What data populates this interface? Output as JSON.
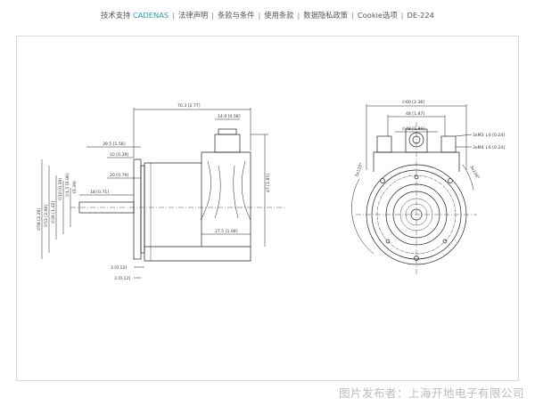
{
  "nav": {
    "items": [
      {
        "label": "技术支持"
      },
      {
        "label": "CADENAS",
        "accent": true
      },
      {
        "label": "法律声明"
      },
      {
        "label": "条款与条件"
      },
      {
        "label": "使用条款"
      },
      {
        "label": "数据隐私政策"
      },
      {
        "label": "Cookie选项"
      },
      {
        "label": "DE-224"
      }
    ],
    "separator": "|",
    "accent_color": "#2a9aa6"
  },
  "drawing": {
    "dims": {
      "d1": "70.3 [2.77]",
      "d2": "14.9 [0.58]",
      "d3": "39.5 [1.56]",
      "d4": "10 [0.39]",
      "d5": "20 [0.79]",
      "d6": "18 [0.71]",
      "d7": "47 [1.85]",
      "d8": "27.5 [1.08]",
      "d9": "3 [0.12]",
      "d10": "3 [0.12]",
      "v1": "∅58 [2.28]",
      "v2": "∅53 [2.09]",
      "v3": "∅36 [1.42]",
      "v4": "∅10 [0.39]",
      "v5": "∅1.5 [0.06]",
      "v6": "(0.39)",
      "r1": "∅60 [2.36]",
      "r2": "48 [1.87]",
      "r3": "∅48 [1.89]",
      "r4": "3xM3 ↓6 [0.24]",
      "r5": "3xM4 ↓6 [0.24]",
      "r6": "3x120°",
      "r7": "3x120°"
    }
  },
  "footer": {
    "publisher": "图片发布者：上海开地电子有限公司"
  }
}
